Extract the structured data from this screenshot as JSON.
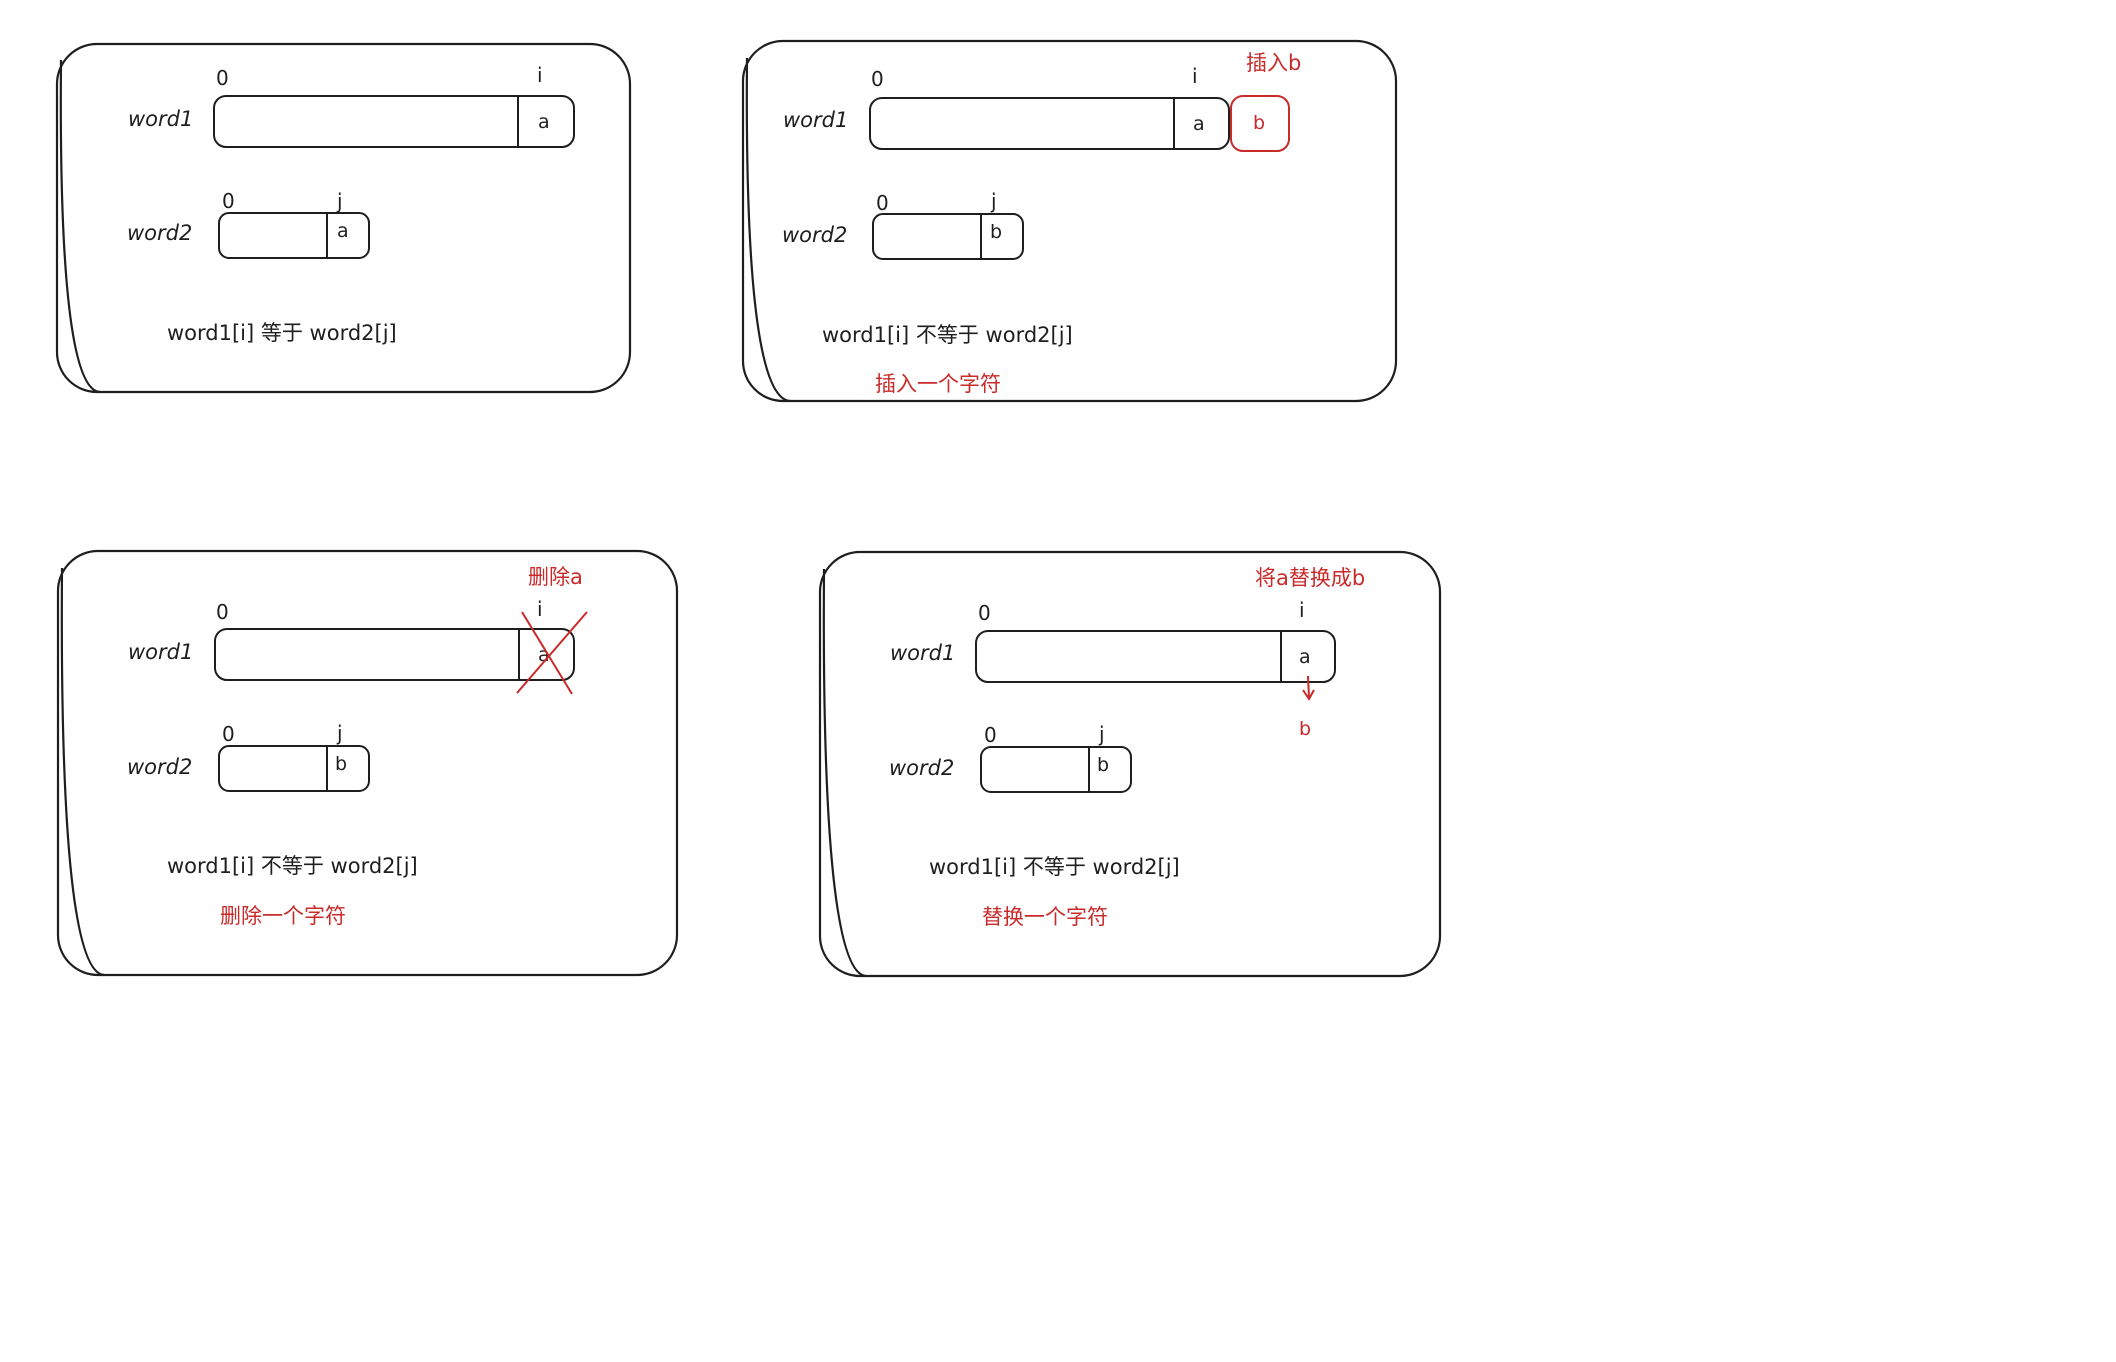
{
  "panels": [
    {
      "word1_label": "word1",
      "word2_label": "word2",
      "word1_start": "0",
      "word1_pointer": "i",
      "word1_char": "a",
      "word2_start": "0",
      "word2_pointer": "j",
      "word2_char": "a",
      "condition": "word1[i] 等于 word2[j]"
    },
    {
      "word1_label": "word1",
      "word2_label": "word2",
      "word1_start": "0",
      "word1_pointer": "i",
      "word1_char": "a",
      "inserted_char": "b",
      "word2_start": "0",
      "word2_pointer": "j",
      "word2_char": "b",
      "condition": "word1[i] 不等于 word2[j]",
      "note": "插入b",
      "action": "插入一个字符"
    },
    {
      "word1_label": "word1",
      "word2_label": "word2",
      "word1_start": "0",
      "word1_pointer": "i",
      "word1_char": "a",
      "word2_start": "0",
      "word2_pointer": "j",
      "word2_char": "b",
      "condition": "word1[i] 不等于 word2[j]",
      "note": "删除a",
      "action": "删除一个字符"
    },
    {
      "word1_label": "word1",
      "word2_label": "word2",
      "word1_start": "0",
      "word1_pointer": "i",
      "word1_char": "a",
      "replacement_char": "b",
      "word2_start": "0",
      "word2_pointer": "j",
      "word2_char": "b",
      "condition": "word1[i] 不等于 word2[j]",
      "note": "将a替换成b",
      "action": "替换一个字符"
    }
  ],
  "colors": {
    "ink": "#1e1e1e",
    "accent": "#c92a2a"
  }
}
